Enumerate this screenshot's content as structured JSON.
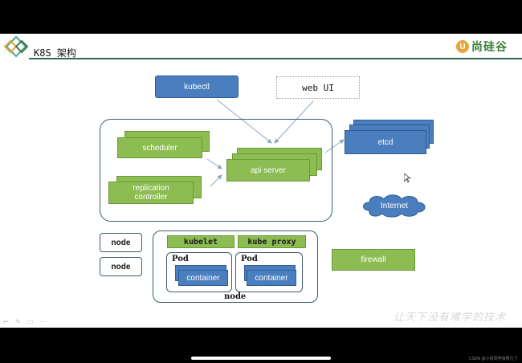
{
  "slide": {
    "title": "K8S 架构",
    "brand": {
      "name": "尚硅谷",
      "mark": "U"
    },
    "footer_slogan": "让天下没有难学的技术",
    "watermark": "CSDN @小张同学该努力了"
  },
  "diagram": {
    "kubectl": "kubectl",
    "web_ui": "web UI",
    "scheduler": "scheduler",
    "replication_controller": "replication controller",
    "api_server": "api server",
    "etcd": "etcd",
    "internet": "Internet",
    "node_left_1": "node",
    "node_left_2": "node",
    "kubelet": "kubelet",
    "kube_proxy": "kube proxy",
    "pod_1": "Pod",
    "pod_2": "Pod",
    "container_1": "container",
    "container_2": "container",
    "node_label": "node",
    "firewall": "firewall"
  },
  "colors": {
    "blue": "#4a7ebf",
    "green": "#8cbc52",
    "frame": "#3b5d6f",
    "header_rule": "#2e6a4f"
  }
}
